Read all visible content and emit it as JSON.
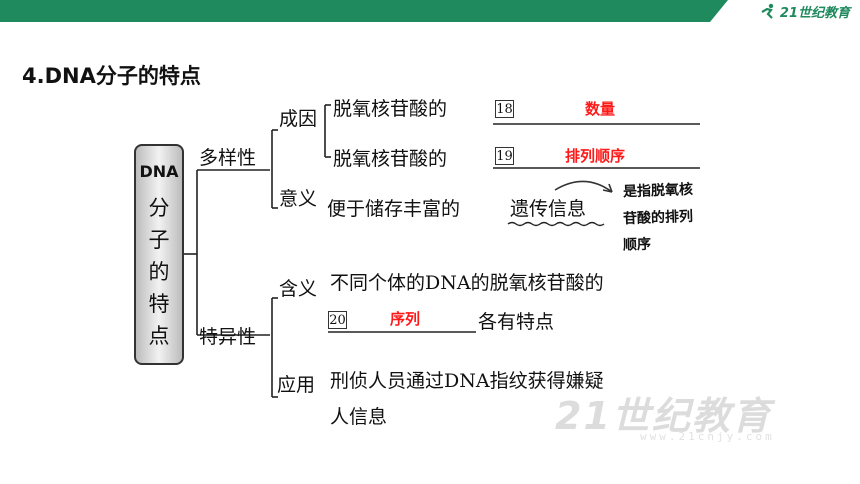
{
  "header": {
    "logo_text": "21世纪教育"
  },
  "title": "4.DNA分子的特点",
  "root": {
    "label_top": "DNA",
    "label_chars": [
      "分",
      "子",
      "的",
      "特",
      "点"
    ]
  },
  "diversity": {
    "label": "多样性",
    "cause": {
      "label": "成因",
      "line1": {
        "text": "脱氧核苷酸的",
        "num": "18",
        "answer": "数量"
      },
      "line2": {
        "text": "脱氧核苷酸的",
        "num": "19",
        "answer": "排列顺序"
      }
    },
    "meaning": {
      "label": "意义",
      "text": "便于储存丰富的",
      "underlined": "遗传信息",
      "note_lines": [
        "是指脱氧核",
        "苷酸的排列",
        "顺序"
      ]
    }
  },
  "specificity": {
    "label": "特异性",
    "meaning": {
      "label": "含义",
      "line1": "不同个体的DNA的脱氧核苷酸的",
      "num": "20",
      "answer": "序列",
      "tail": "各有特点"
    },
    "application": {
      "label": "应用",
      "line1": "刑侦人员通过DNA指纹获得嫌疑",
      "line2": "人信息"
    }
  },
  "watermark": {
    "text": "21世纪教育",
    "url": "www.21cnjy.com"
  }
}
